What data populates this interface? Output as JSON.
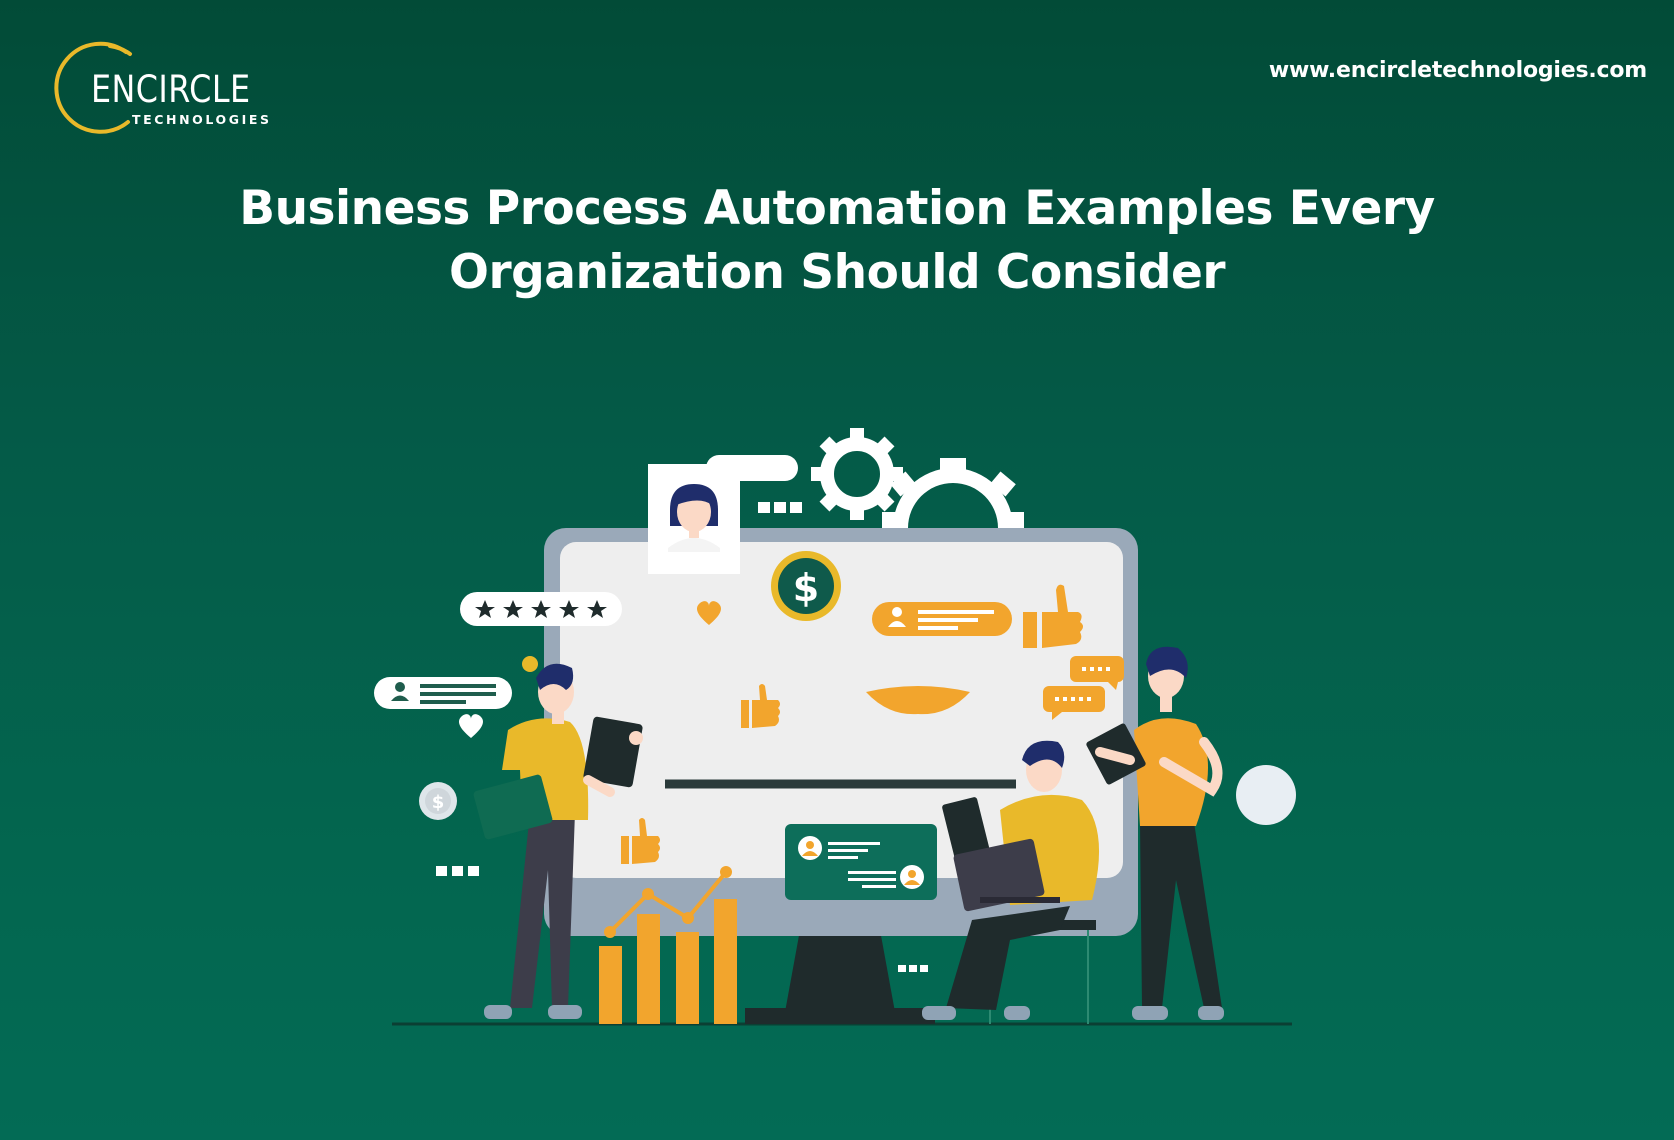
{
  "brand": {
    "name": "ENCIRCLE",
    "tagline": "TECHNOLOGIES",
    "url": "www.encircletechnologies.com"
  },
  "headline": {
    "line1": "Business Process Automation Examples Every",
    "line2": "Organization Should Consider"
  },
  "illustration": {
    "currency_symbol": "$",
    "rating_stars": 5,
    "colors": {
      "background_top": "#024b37",
      "background_bottom": "#036b55",
      "accent": "#f2a52d",
      "logo_ring": "#e9b92a",
      "screen": "#eeeeee",
      "bezel": "#9aa9b9",
      "dark": "#1f2b2c"
    },
    "icons": [
      "gear-icon",
      "thumbs-up-icon",
      "heart-icon",
      "dollar-coin-icon",
      "star-icon",
      "chat-bubble-icon",
      "user-avatar-icon",
      "bar-chart-icon"
    ]
  }
}
